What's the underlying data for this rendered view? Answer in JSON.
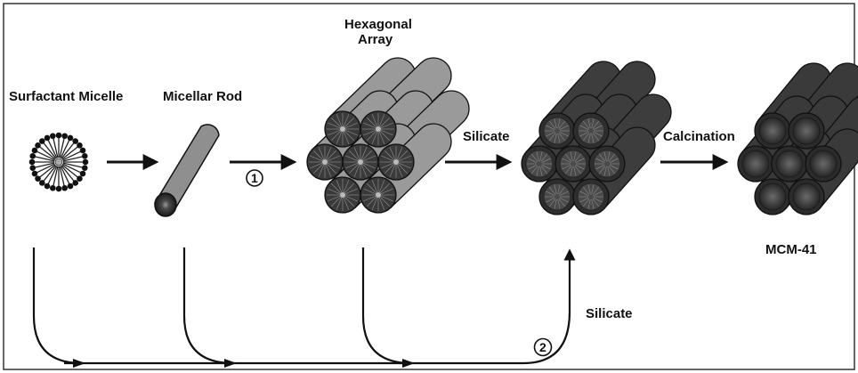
{
  "labels": {
    "surfactant_micelle": "Surfactant Micelle",
    "micellar_rod": "Micellar Rod",
    "hexagonal_array_line1": "Hexagonal",
    "hexagonal_array_line2": "Array",
    "silicate_top": "Silicate",
    "calcination": "Calcination",
    "product": "MCM-41",
    "silicate_bottom": "Silicate"
  },
  "pathways": {
    "step_1": "1",
    "step_2": "2"
  },
  "colors": {
    "ink": "#111111",
    "frame": "#333333",
    "surfactant_rod": "#8f8f8f",
    "silicate_rod": "#3d3d3d",
    "core": "#2a2a2a"
  }
}
